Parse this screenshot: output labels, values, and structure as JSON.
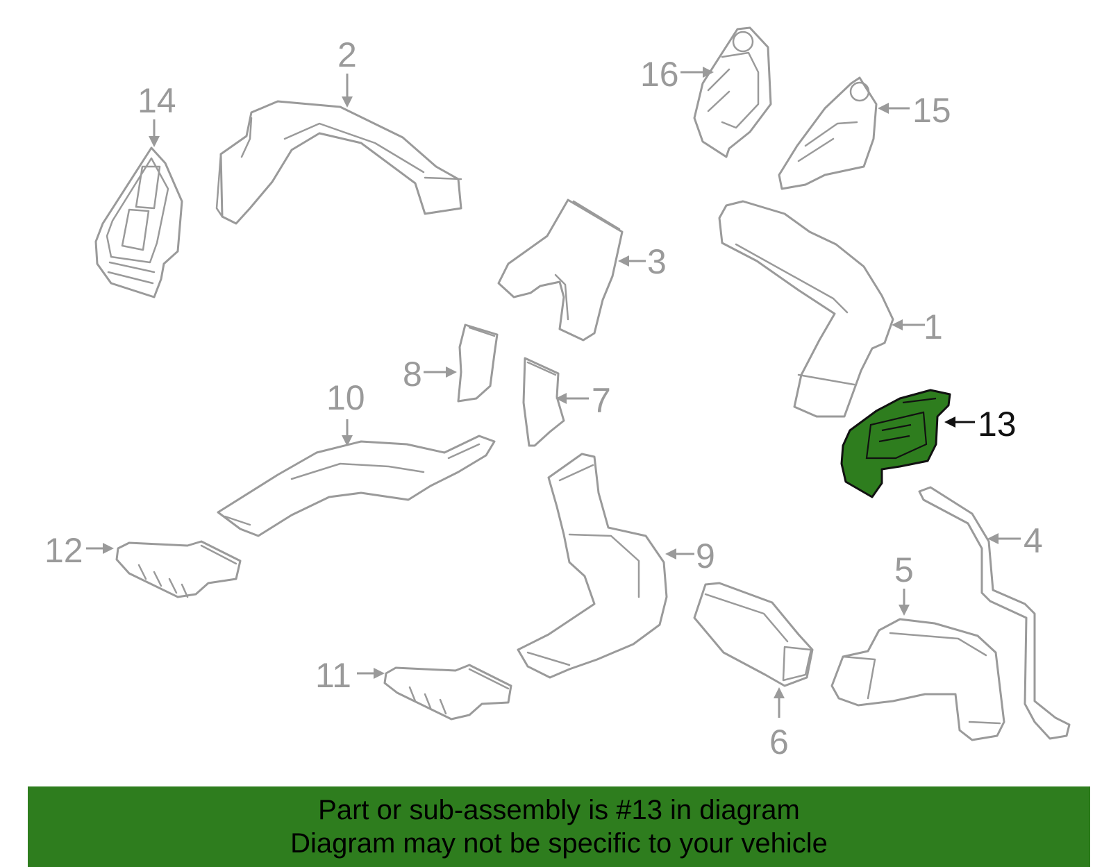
{
  "diagram": {
    "highlight_color": "#2e7d1e",
    "part_color": "#9a9a9a",
    "callouts": [
      {
        "id": "c1",
        "label": "1"
      },
      {
        "id": "c2",
        "label": "2"
      },
      {
        "id": "c3",
        "label": "3"
      },
      {
        "id": "c4",
        "label": "4"
      },
      {
        "id": "c5",
        "label": "5"
      },
      {
        "id": "c6",
        "label": "6"
      },
      {
        "id": "c7",
        "label": "7"
      },
      {
        "id": "c8",
        "label": "8"
      },
      {
        "id": "c9",
        "label": "9"
      },
      {
        "id": "c10",
        "label": "10"
      },
      {
        "id": "c11",
        "label": "11"
      },
      {
        "id": "c12",
        "label": "12"
      },
      {
        "id": "c13",
        "label": "13",
        "highlighted": true
      },
      {
        "id": "c14",
        "label": "14"
      },
      {
        "id": "c15",
        "label": "15"
      },
      {
        "id": "c16",
        "label": "16"
      }
    ]
  },
  "banner": {
    "line1": "Part or sub-assembly is #13 in diagram",
    "line2": "Diagram may not be specific to your vehicle"
  }
}
